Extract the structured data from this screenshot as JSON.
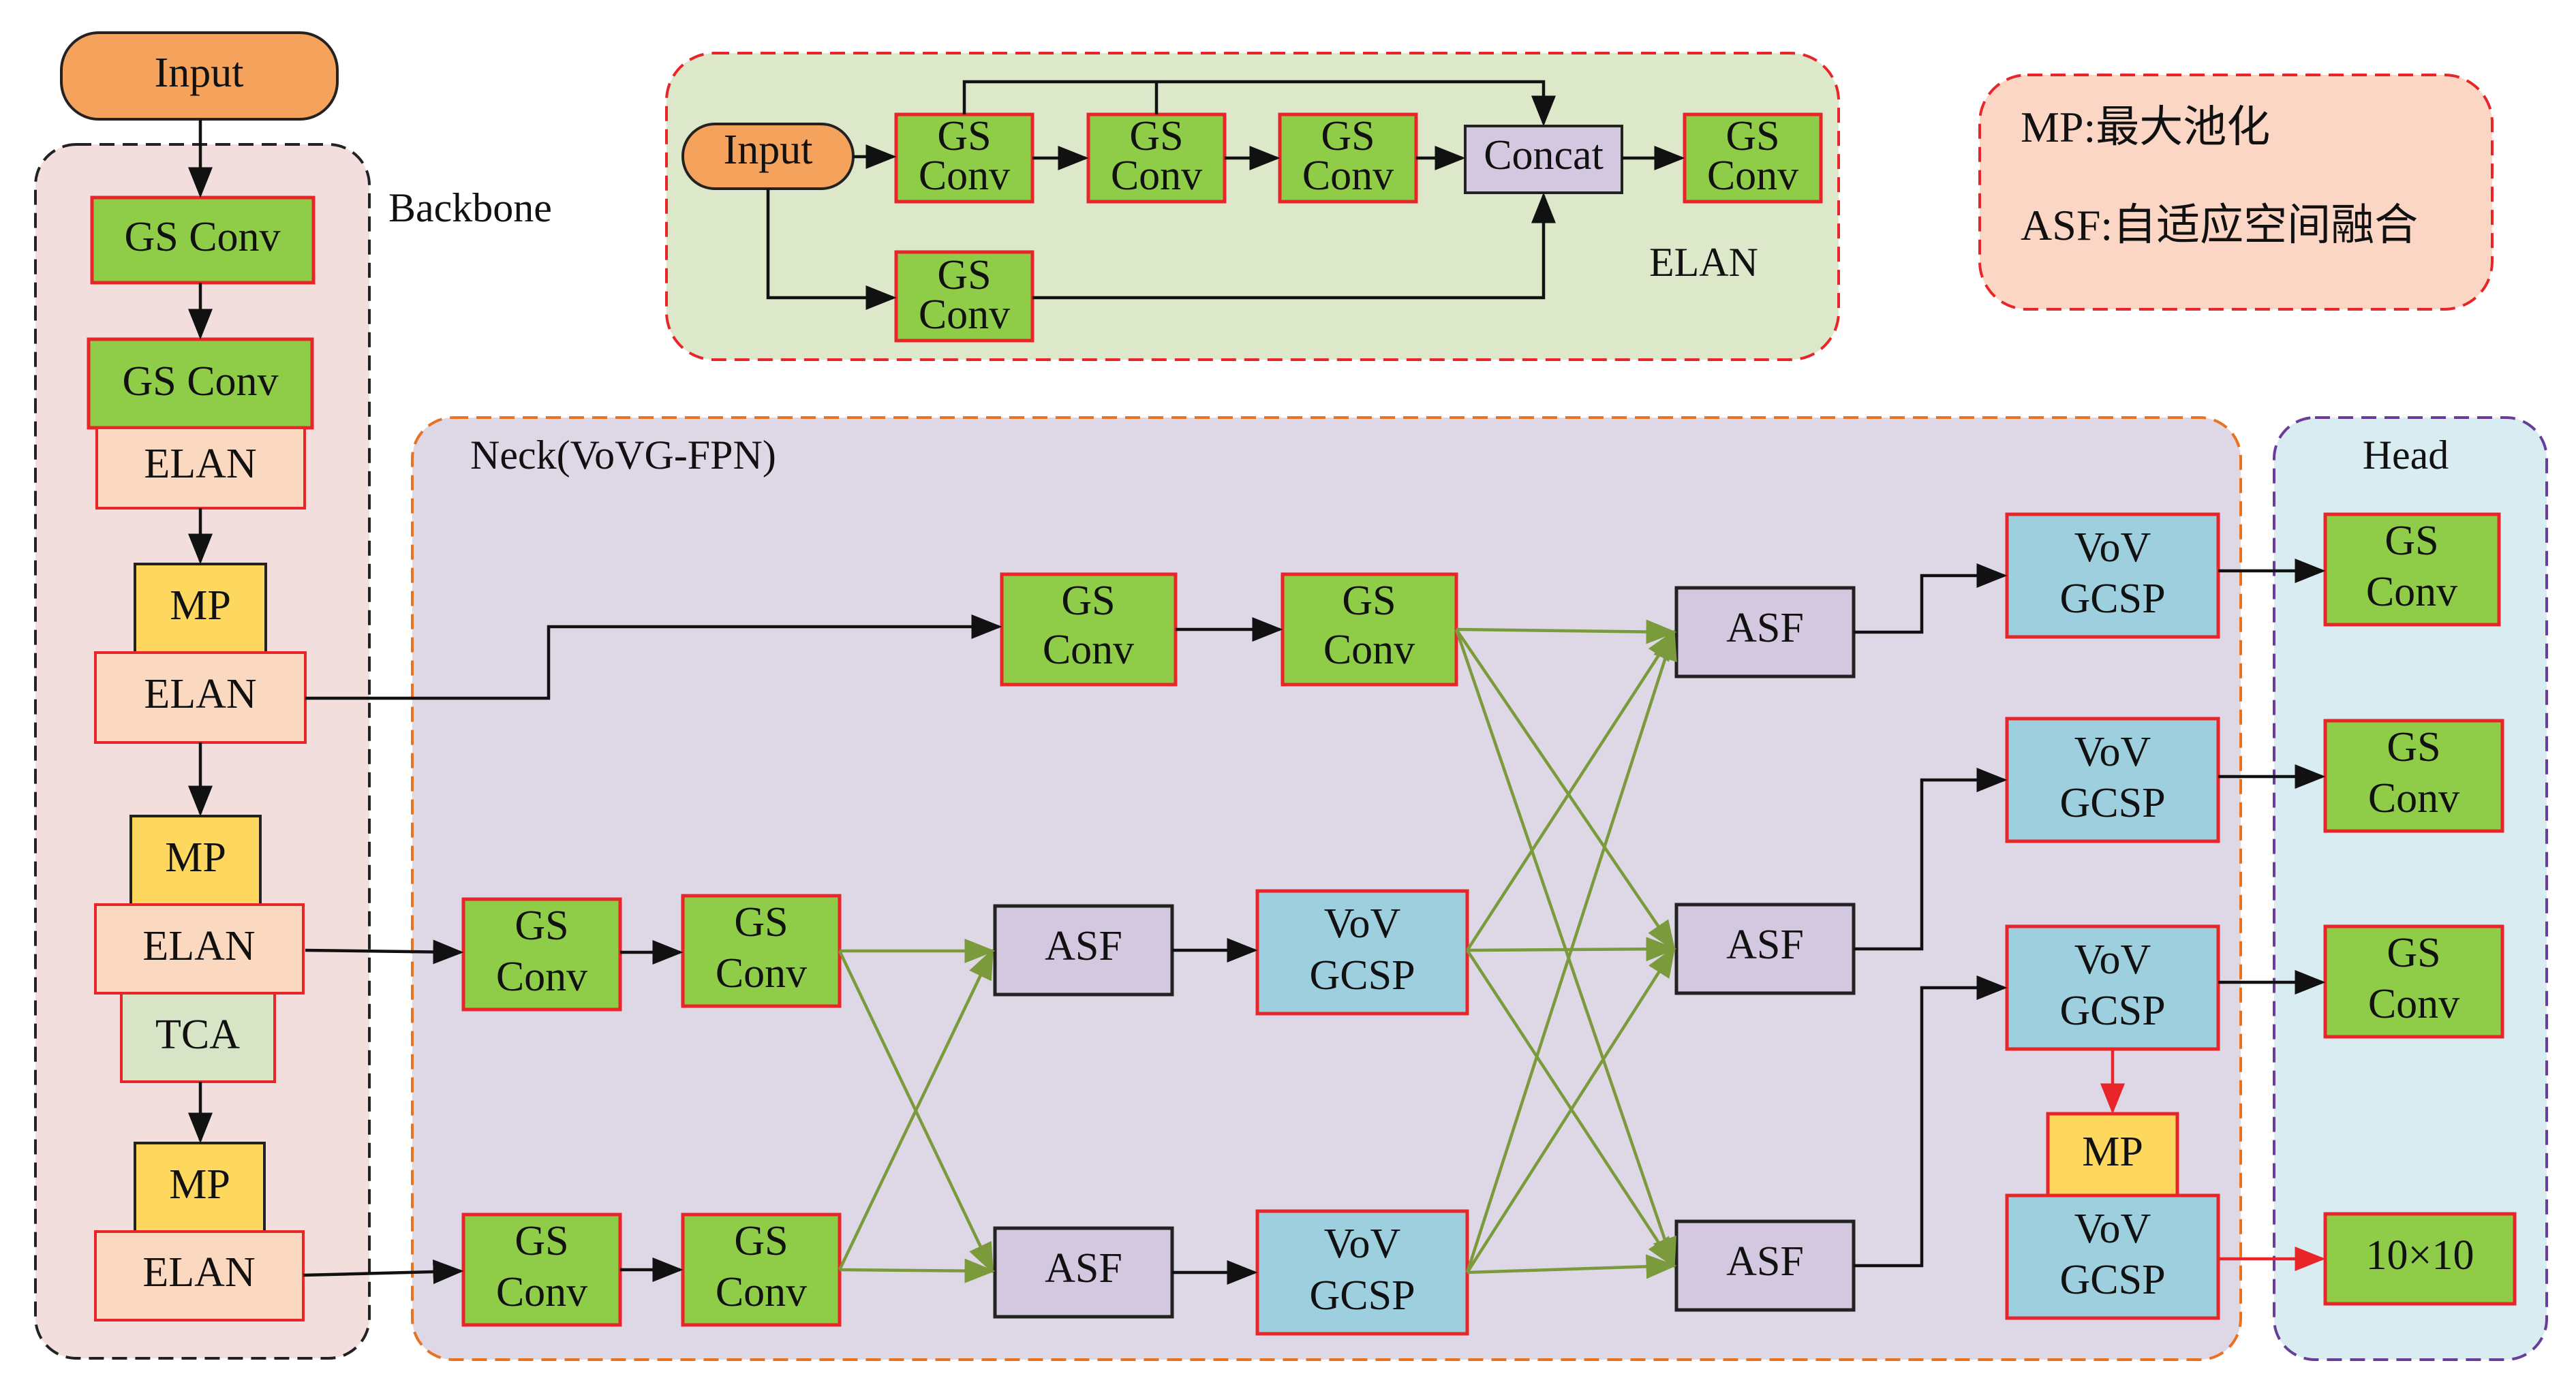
{
  "labels": {
    "input": "Input",
    "gs_conv": "GS Conv",
    "gs": "GS",
    "conv": "Conv",
    "elan": "ELAN",
    "mp": "MP",
    "tca": "TCA",
    "asf": "ASF",
    "vov": "VoV",
    "gcsp": "GCSP",
    "concat": "Concat",
    "out_10": "10×10"
  },
  "regions": {
    "backbone": "Backbone",
    "elan_detail": "ELAN",
    "neck": "Neck(VoVG-FPN)",
    "head": "Head"
  },
  "legend": {
    "mp": "MP:最大池化",
    "asf": "ASF:自适应空间融合"
  },
  "colors": {
    "gs_conv": "#8fcc48",
    "elan": "#fbd8c0",
    "mp": "#fdd75e",
    "tca": "#d8e4c6",
    "asf": "#d3c8e0",
    "vov_gcsp": "#9dcfdf",
    "input": "#f4a25c",
    "backbone_bg": "#f3dede",
    "elan_bg": "#dce8c9",
    "neck_bg": "#ded7e6",
    "head_bg": "#d9ecf2",
    "legend_bg": "#fbd6c4",
    "red_border": "#e8262a",
    "arrow_green": "#7a9a3c"
  }
}
